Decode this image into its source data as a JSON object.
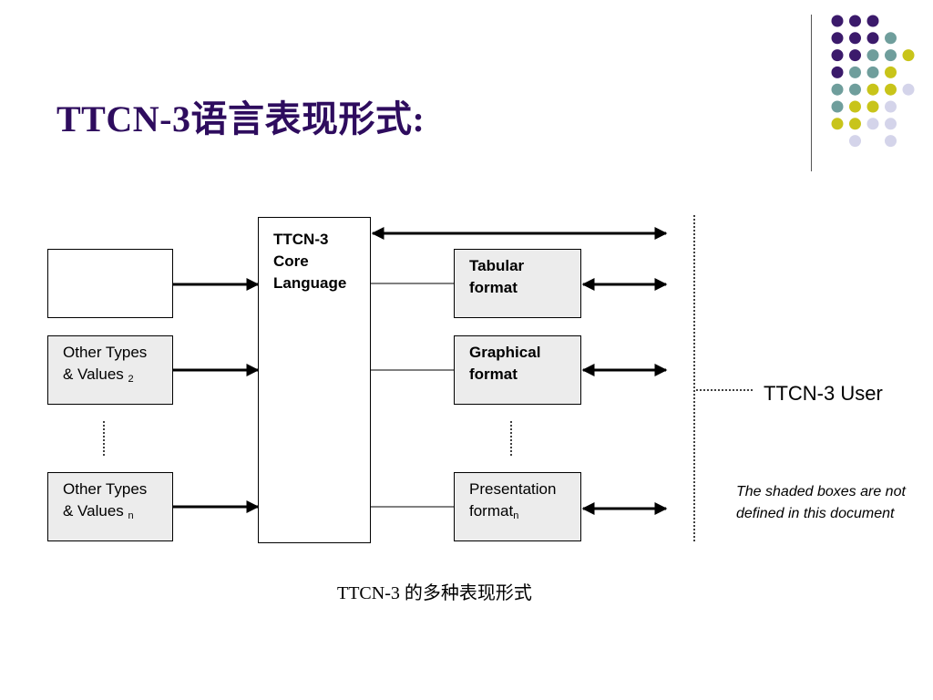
{
  "slide": {
    "title": "TTCN-3语言表现形式:",
    "caption": "TTCN-3 的多种表现形式"
  },
  "core": {
    "line1": "TTCN-3",
    "line2": "Core",
    "line3": "Language"
  },
  "left_boxes": [
    {
      "line1": "",
      "line2": "",
      "sub": ""
    },
    {
      "line1": "Other Types",
      "line2": "& Values",
      "sub": "2"
    },
    {
      "line1": "Other Types",
      "line2": "& Values",
      "sub": "n"
    }
  ],
  "right_boxes": [
    {
      "line1": "Tabular",
      "line2": "format",
      "sub": ""
    },
    {
      "line1": "Graphical",
      "line2": "format",
      "sub": ""
    },
    {
      "line1": "Presentation",
      "line2": "format",
      "sub": "n"
    }
  ],
  "user_label": "TTCN-3 User",
  "note": {
    "line1": "The shaded boxes are not",
    "line2": "defined in this document"
  },
  "colors": {
    "title": "#2e0c5e",
    "dot_purple": "#3b1a6b",
    "dot_teal": "#6f9e9c",
    "dot_yellow": "#c8c41a",
    "dot_lavender": "#d4d4ea",
    "shaded_box": "#ececec"
  }
}
